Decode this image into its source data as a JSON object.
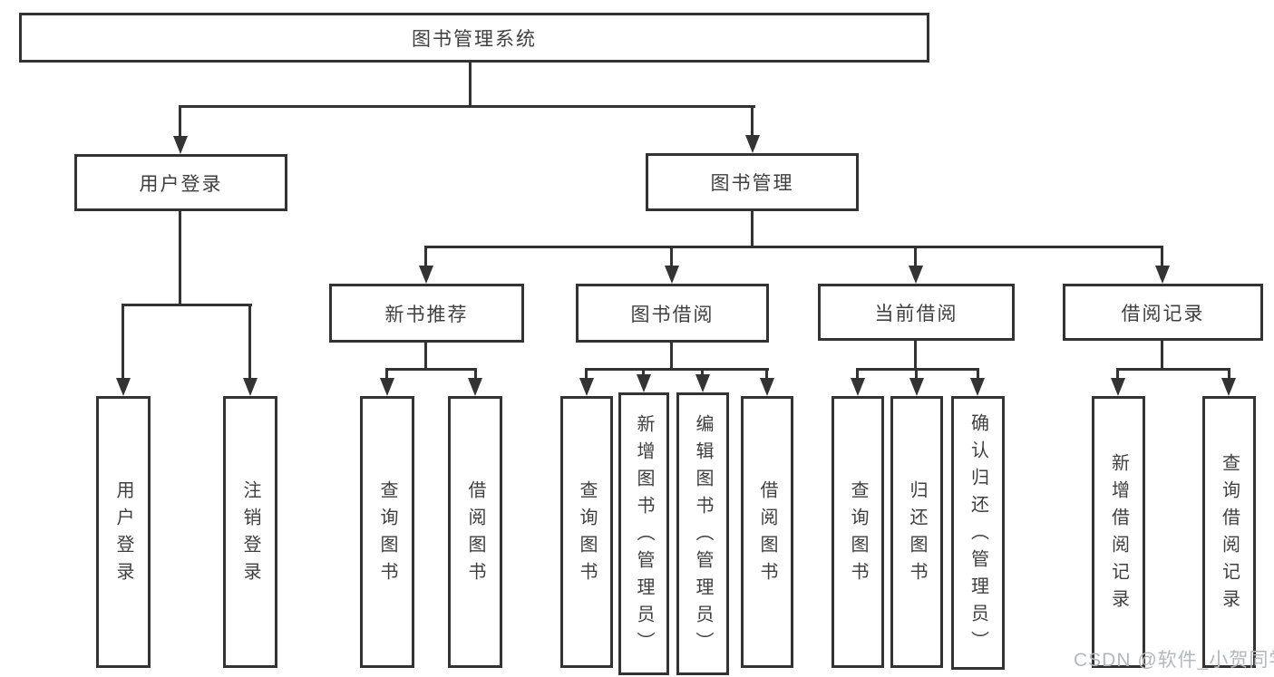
{
  "diagram": {
    "title": "图书管理系统",
    "nodes": {
      "root": "图书管理系统",
      "user_login": "用户登录",
      "book_mgmt": "图书管理",
      "new_book_rec": "新书推荐",
      "book_borrow": "图书借阅",
      "current_borrow": "当前借阅",
      "borrow_records": "借阅记录",
      "leaf_user_login": "用户登录",
      "leaf_logout": "注销登录",
      "leaf_nbr_query_books": "查询图书",
      "leaf_nbr_borrow_books": "借阅图书",
      "leaf_bb_query_books": "查询图书",
      "leaf_bb_add_books": "新增图书（管理员）",
      "leaf_bb_edit_books": "编辑图书（管理员）",
      "leaf_bb_borrow_books": "借阅图书",
      "leaf_cb_query_books": "查询图书",
      "leaf_cb_return_books": "归还图书",
      "leaf_cb_confirm_return": "确认归还（管理员）",
      "leaf_br_add_record": "新增借阅记录",
      "leaf_br_query_record": "查询借阅记录"
    },
    "tree": {
      "label": "图书管理系统",
      "children": [
        {
          "label": "用户登录",
          "children": [
            {
              "label": "用户登录"
            },
            {
              "label": "注销登录"
            }
          ]
        },
        {
          "label": "图书管理",
          "children": [
            {
              "label": "新书推荐",
              "children": [
                {
                  "label": "查询图书"
                },
                {
                  "label": "借阅图书"
                }
              ]
            },
            {
              "label": "图书借阅",
              "children": [
                {
                  "label": "查询图书"
                },
                {
                  "label": "新增图书（管理员）"
                },
                {
                  "label": "编辑图书（管理员）"
                },
                {
                  "label": "借阅图书"
                }
              ]
            },
            {
              "label": "当前借阅",
              "children": [
                {
                  "label": "查询图书"
                },
                {
                  "label": "归还图书"
                },
                {
                  "label": "确认归还（管理员）"
                }
              ]
            },
            {
              "label": "借阅记录",
              "children": [
                {
                  "label": "新增借阅记录"
                },
                {
                  "label": "查询借阅记录"
                }
              ]
            }
          ]
        }
      ]
    },
    "colors": {
      "line": "#333333",
      "text": "#3f3f3f",
      "background": "#ffffff",
      "watermark": "#b4b7bc"
    }
  },
  "watermark": {
    "text": "CSDN @软件_小贺同学"
  }
}
